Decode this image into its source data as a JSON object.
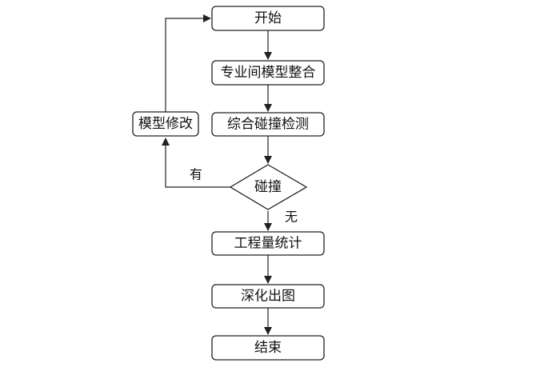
{
  "nodes": {
    "start": "开始",
    "integrate": "专业间模型整合",
    "clash_detect": "综合碰撞检测",
    "decision": "碰撞",
    "modify": "模型修改",
    "quantity": "工程量统计",
    "drawing": "深化出图",
    "end": "结束"
  },
  "edges": {
    "yes": "有",
    "no": "无"
  },
  "colors": {
    "stroke": "#222222",
    "fill": "#ffffff",
    "text": "#111111"
  }
}
